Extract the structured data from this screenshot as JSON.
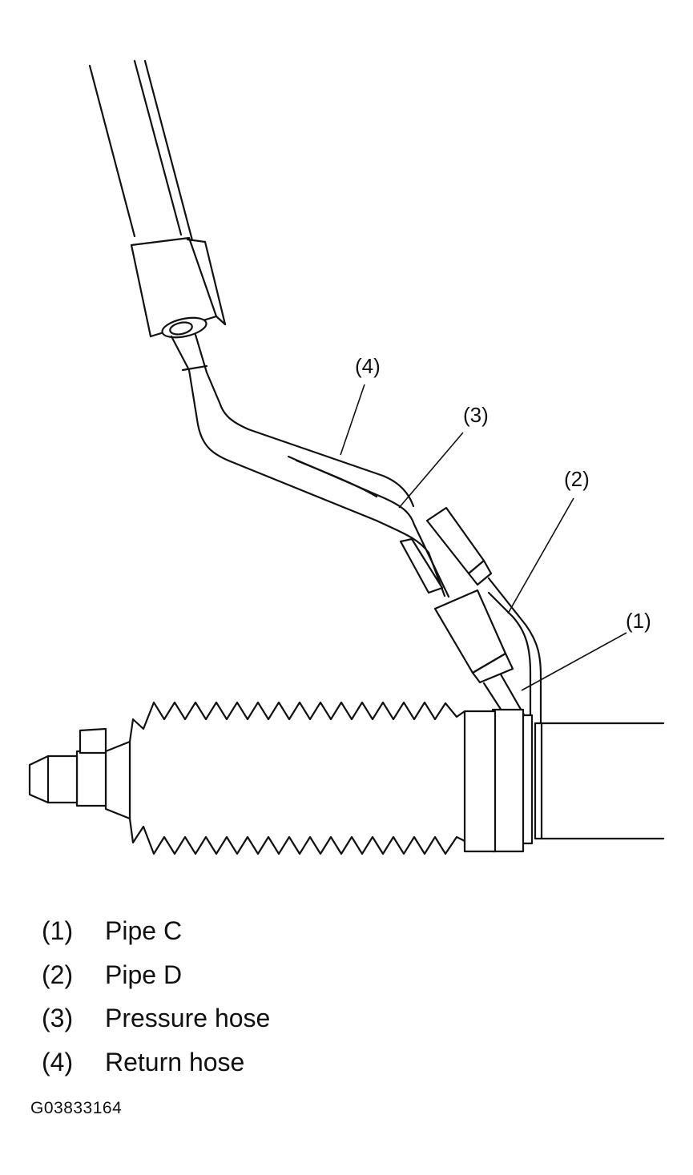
{
  "callouts": [
    {
      "id": "1",
      "text": "(1)"
    },
    {
      "id": "2",
      "text": "(2)"
    },
    {
      "id": "3",
      "text": "(3)"
    },
    {
      "id": "4",
      "text": "(4)"
    }
  ],
  "legend": [
    {
      "num": "(1)",
      "label": "Pipe C"
    },
    {
      "num": "(2)",
      "label": "Pipe D"
    },
    {
      "num": "(3)",
      "label": "Pressure hose"
    },
    {
      "num": "(4)",
      "label": "Return hose"
    }
  ],
  "figure_id": "G03833164"
}
